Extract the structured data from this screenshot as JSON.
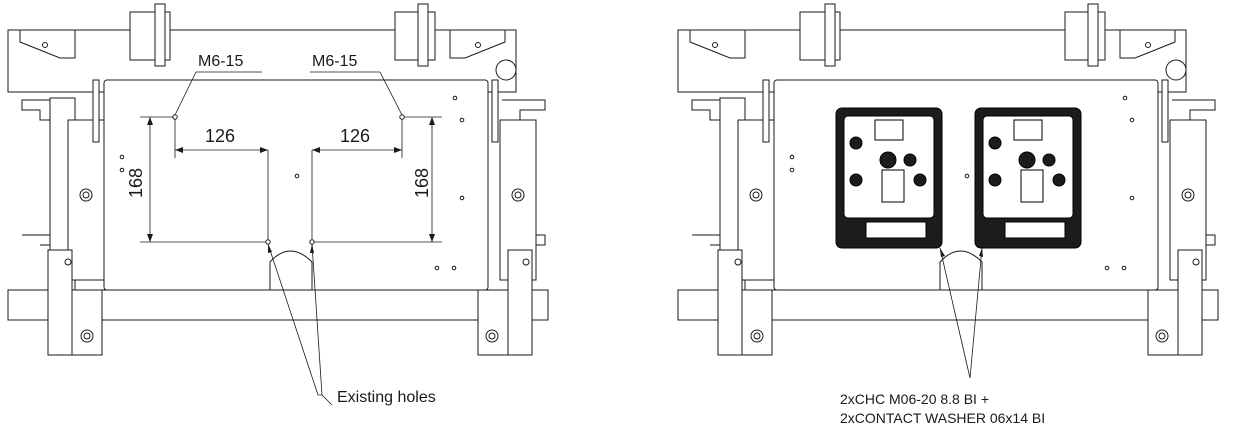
{
  "left_view": {
    "bolt_left_label": "M6-15",
    "bolt_right_label": "M6-15",
    "dim_horizontal_left": "126",
    "dim_horizontal_right": "126",
    "dim_vertical_left": "168",
    "dim_vertical_right": "168",
    "callout": "Existing holes"
  },
  "right_view": {
    "callout_line1": "2xCHC M06-20 8.8 BI +",
    "callout_line2": "2xCONTACT WASHER 06x14 BI"
  }
}
